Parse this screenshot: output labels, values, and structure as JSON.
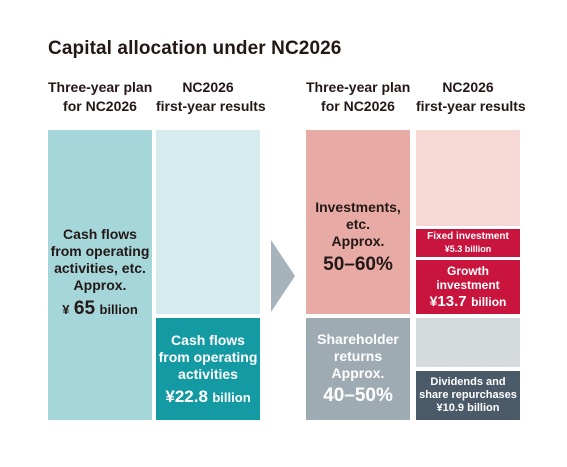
{
  "title": "Capital allocation under NC2026",
  "headers": {
    "left_plan": [
      "Three-year plan",
      "for NC2026"
    ],
    "left_results": [
      "NC2026",
      "first-year results"
    ],
    "right_plan": [
      "Three-year plan",
      "for NC2026"
    ],
    "right_results": [
      "NC2026",
      "first-year results"
    ]
  },
  "left": {
    "plan_box": {
      "lines": [
        "Cash flows",
        "from operating",
        "activities, etc.",
        "Approx."
      ],
      "currency": "¥",
      "value": "65",
      "unit": "billion"
    },
    "result_box": {
      "lines": [
        "Cash flows",
        "from operating",
        "activities"
      ],
      "currency": "¥",
      "value": "22.8",
      "unit": "billion"
    }
  },
  "right": {
    "investments_box": {
      "lines": [
        "Investments,",
        "etc.",
        "Approx."
      ],
      "range": "50–60%"
    },
    "shareholder_box": {
      "lines": [
        "Shareholder",
        "returns",
        "Approx."
      ],
      "range": "40–50%"
    },
    "fixed_box": {
      "line1": "Fixed investment",
      "line2": "¥5.3 billion"
    },
    "growth_box": {
      "lines": [
        "Growth",
        "investment"
      ],
      "currency": "¥",
      "value": "13.7",
      "unit": "billion"
    },
    "dividends_box": {
      "lines": [
        "Dividends and",
        "share repurchases"
      ],
      "amount": "¥10.9 billion"
    }
  },
  "colors": {
    "cash_plan": "#a5d6da",
    "cash_remaining": "#d5ebee",
    "cash_result": "#139aa3",
    "investments_plan": "#e8aaa5",
    "investments_remaining": "#f6d8d4",
    "fixed_growth": "#c9143d",
    "shareholder_plan": "#9fabb3",
    "shareholder_remaining": "#d5dadd",
    "dividends": "#4a5a68",
    "arrow": "#a7b3bb"
  }
}
